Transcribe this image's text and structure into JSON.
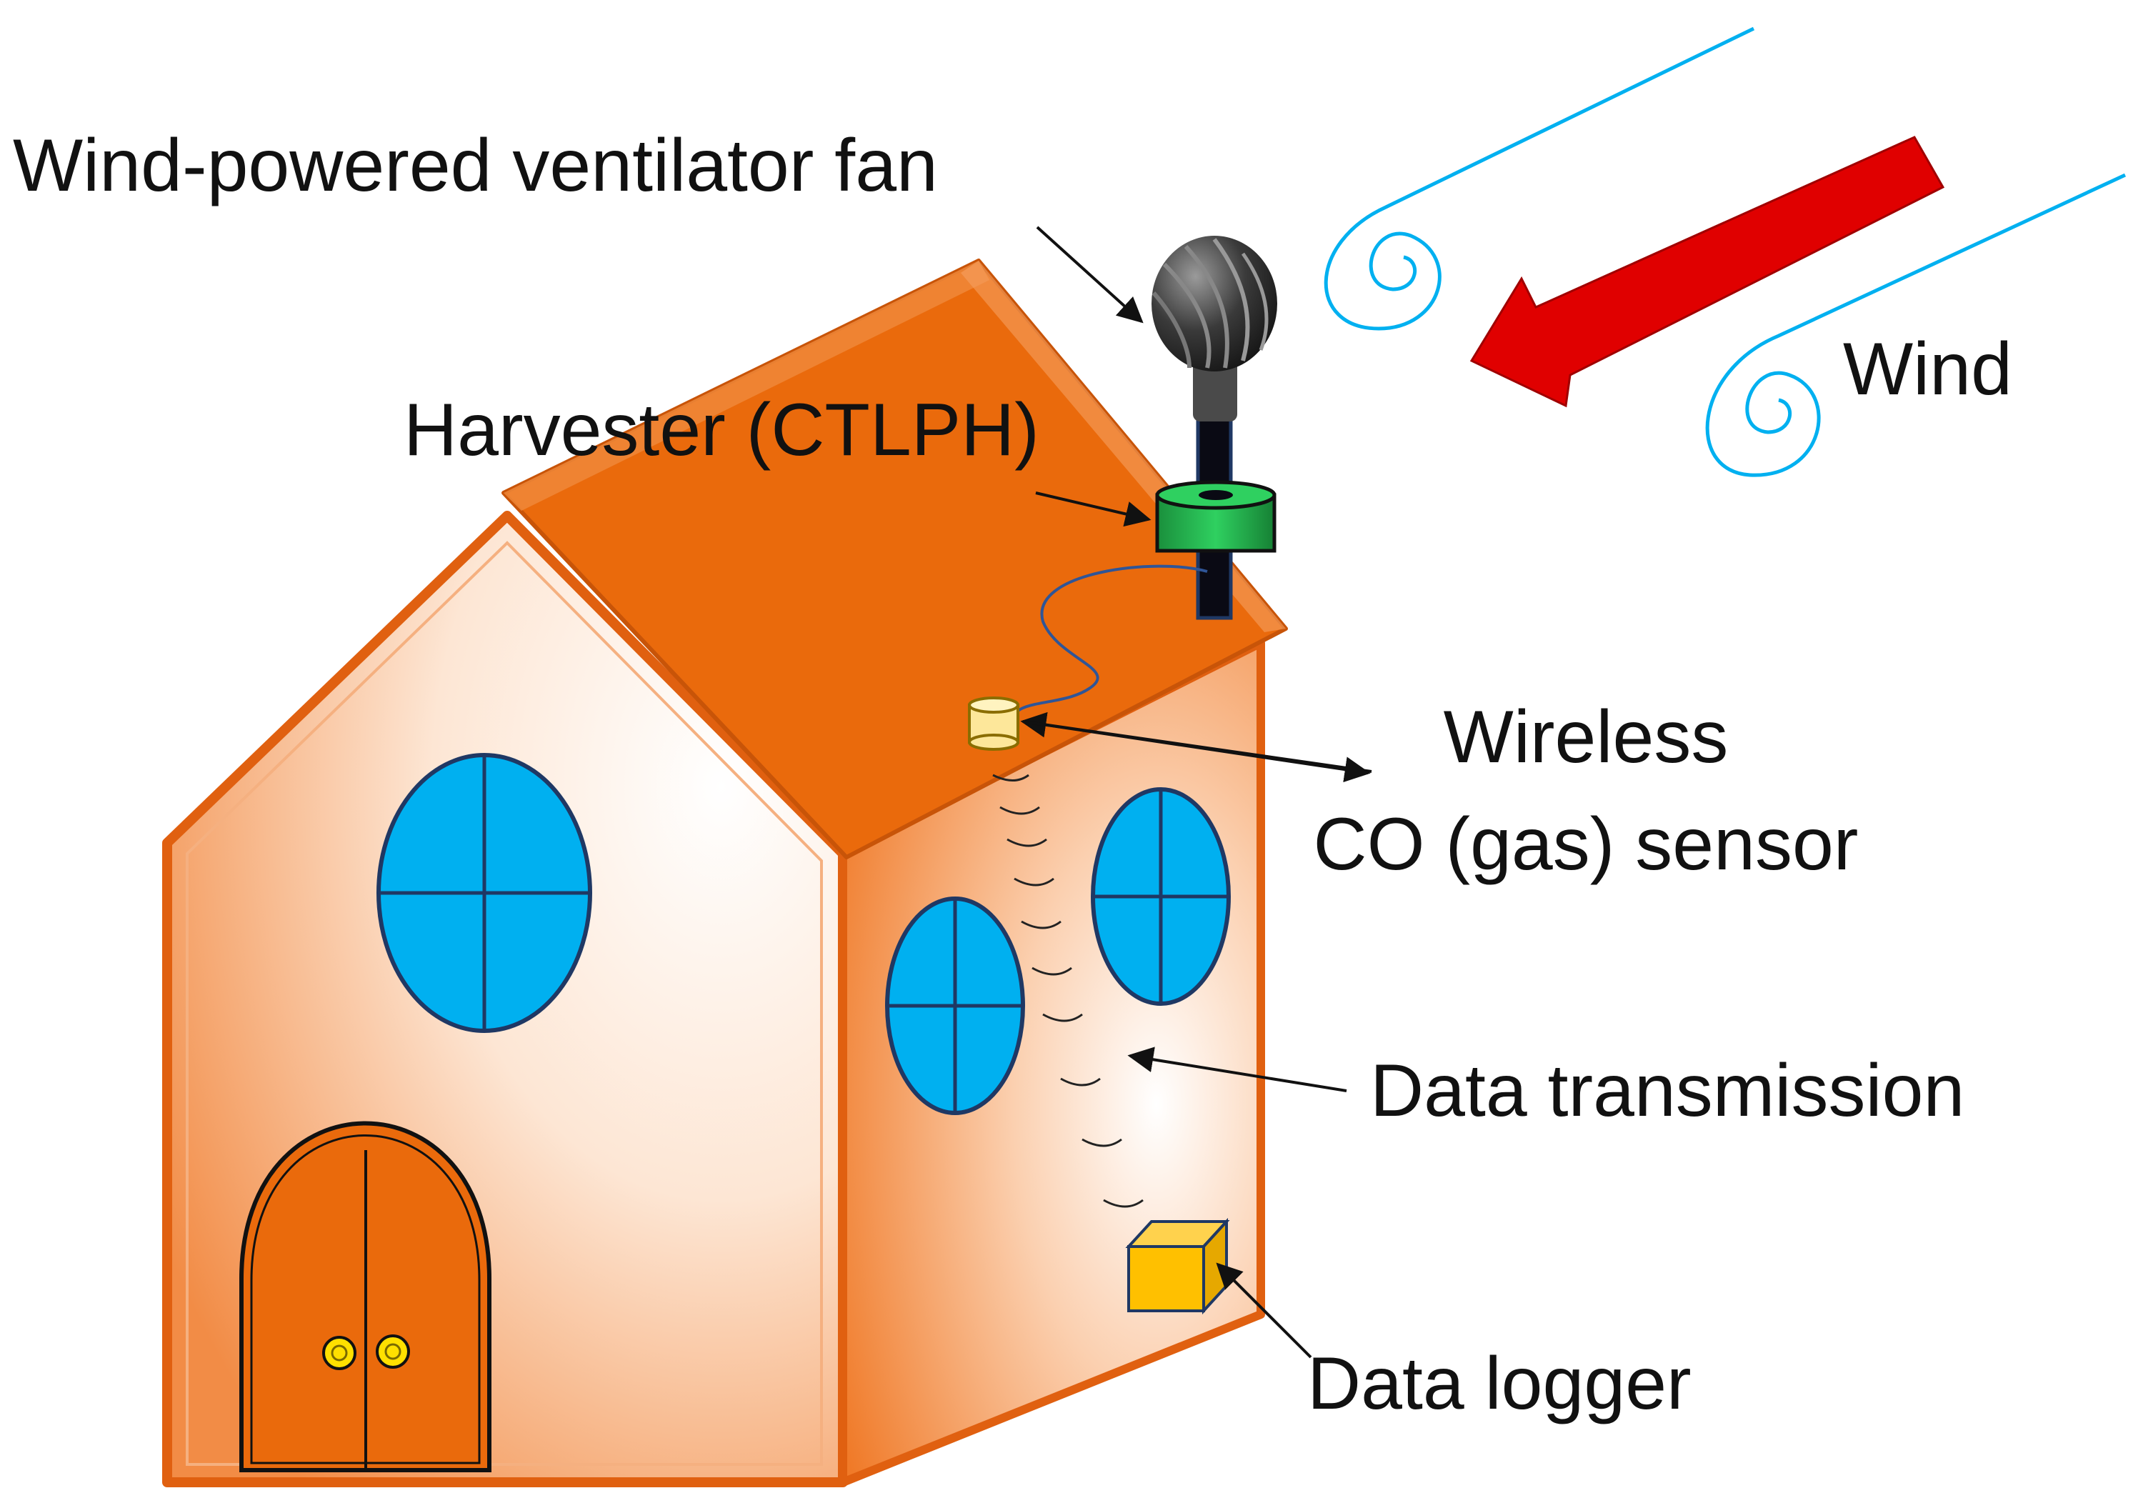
{
  "labels": {
    "fan": "Wind-powered ventilator fan",
    "harvester": "Harvester (CTLPH)",
    "wind": "Wind",
    "sensor_line1": "Wireless",
    "sensor_line2": "CO (gas) sensor",
    "transmission": "Data transmission",
    "logger": "Data logger"
  },
  "colors": {
    "roof": "#ea6a0c",
    "wall_front_edge": "#f0a070",
    "wall_side": "#f39655",
    "window": "#00b0f0",
    "wind_arrow": "#e00000",
    "wind_lines": "#00b0f0",
    "harvester": "#21b04c",
    "sensor": "#fde79a",
    "logger": "#ffc000"
  }
}
